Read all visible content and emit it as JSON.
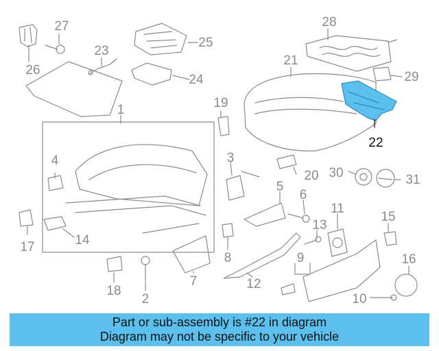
{
  "diagram": {
    "callouts": {
      "c1": "1",
      "c2": "2",
      "c3": "3",
      "c4": "4",
      "c5": "5",
      "c6": "6",
      "c7": "7",
      "c8": "8",
      "c9": "9",
      "c10": "10",
      "c11": "11",
      "c12": "12",
      "c13": "13",
      "c14": "14",
      "c15": "15",
      "c16": "16",
      "c17": "17",
      "c18": "18",
      "c19": "19",
      "c20": "20",
      "c21": "21",
      "c22": "22",
      "c23": "23",
      "c24": "24",
      "c25": "25",
      "c26": "26",
      "c27": "27",
      "c28": "28",
      "c29": "29",
      "c30": "30",
      "c31": "31"
    },
    "highlighted_part": "22",
    "highlight_color": "#5bc0ee",
    "line_color": "#8a8a8a"
  },
  "banner": {
    "line1": "Part or sub-assembly is #22 in diagram",
    "line2": "Diagram may not be specific to your vehicle",
    "background": "#5bc0ee"
  }
}
